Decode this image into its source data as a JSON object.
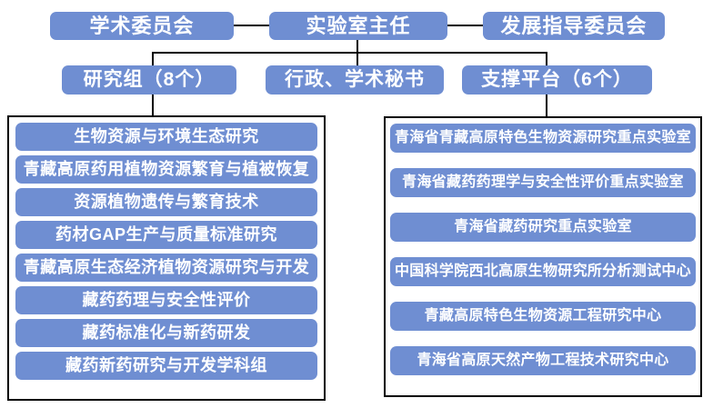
{
  "org_chart": {
    "top": {
      "academic_committee": "学术委员会",
      "lab_director": "实验室主任",
      "development_committee": "发展指导委员会"
    },
    "middle": {
      "research_groups_header": "研究组（8个）",
      "secretary": "行政、学术秘书",
      "support_platforms_header": "支撑平台（6个）"
    },
    "research_groups": [
      "生物资源与环境生态研究",
      "青藏高原药用植物资源繁育与植被恢复",
      "资源植物遗传与繁育技术",
      "药材GAP生产与质量标准研究",
      "青藏高原生态经济植物资源研究与开发",
      "藏药药理与安全性评价",
      "藏药标准化与新药研发",
      "藏药新药研究与开发学科组"
    ],
    "support_platforms": [
      "青海省青藏高原特色生物资源研究重点实验室",
      "青海省藏药药理学与安全性评价重点实验室",
      "青海省藏药研究重点实验室",
      "中国科学院西北高原生物研究所分析测试中心",
      "青藏高原特色生物资源工程研究中心",
      "青海省高原天然产物工程技术研究中心"
    ]
  },
  "colors": {
    "box_fill": "#6f8ed2",
    "box_text": "#ffffff",
    "connector_line": "#000000",
    "container_border": "#000000",
    "background": "#ffffff"
  }
}
